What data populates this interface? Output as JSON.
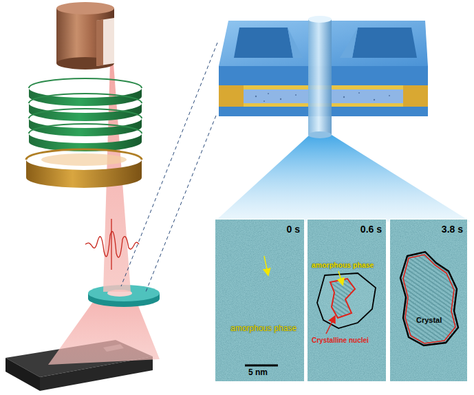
{
  "diagram": {
    "nodes": [
      {
        "text": [
          "0 s",
          "amorphous phase",
          "5 nm"
        ]
      },
      {
        "text": [
          "0.6 s",
          "amorphous phase",
          "Crystalline nuclei"
        ]
      },
      {
        "text": [
          "3.8 s",
          "Crystal"
        ]
      }
    ]
  }
}
